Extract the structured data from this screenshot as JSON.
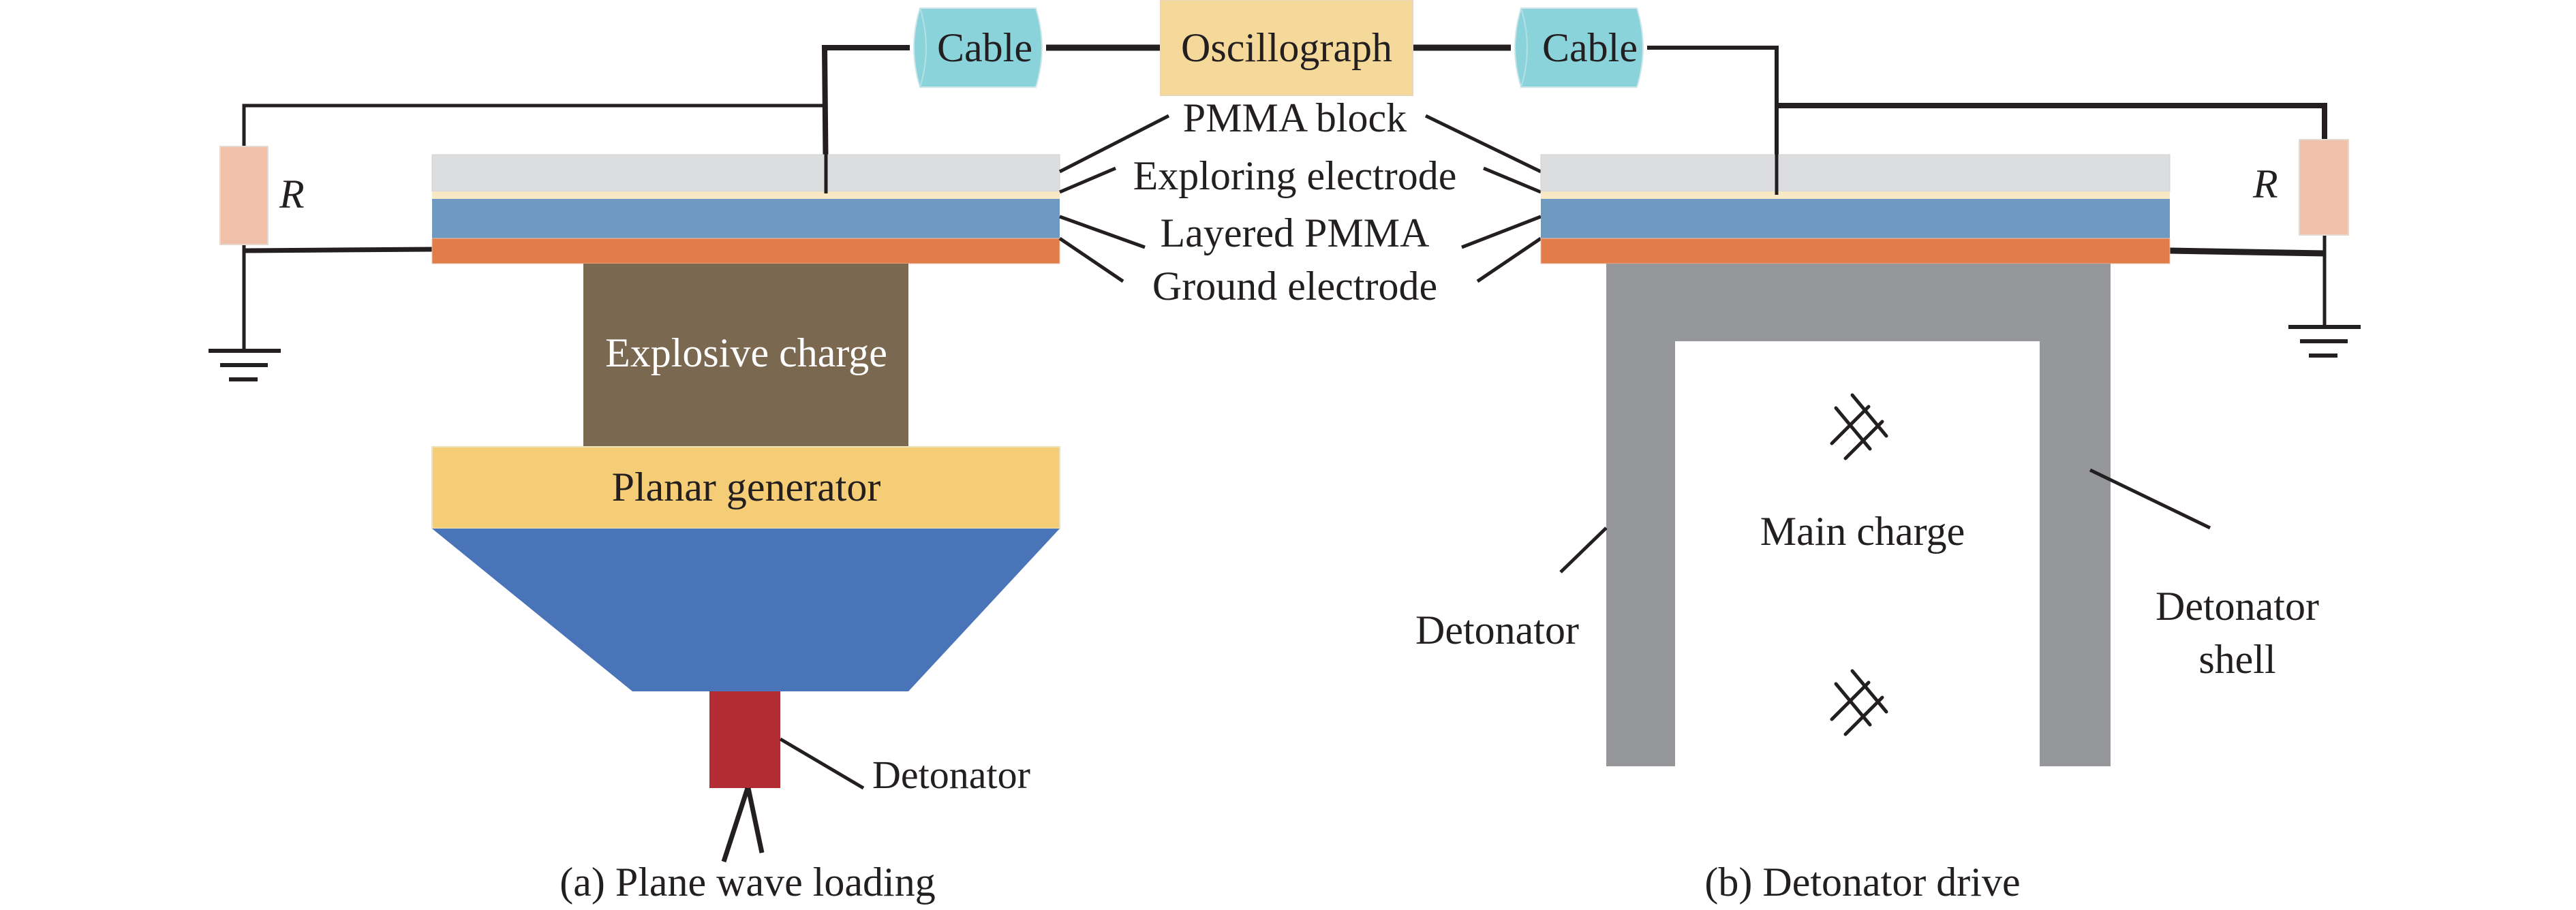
{
  "colors": {
    "cable": "#8bd3db",
    "oscillograph": "#f5d99a",
    "resistor": "#f0c0a8",
    "pmma_block": "#dcdddf",
    "exploring_electrode": "#f8e8c4",
    "layered_pmma": "#6e99c0",
    "ground_electrode": "#e27c48",
    "explosive_charge": "#7a6850",
    "planar_generator": "#f4cd76",
    "lens": "#4a74b8",
    "detonator_a": "#b22c34",
    "detonator_shell": "#96979b",
    "wire": "#231f20"
  },
  "top": {
    "cable_left": "Cable",
    "oscillograph": "Oscillograph",
    "cable_right": "Cable"
  },
  "center_labels": {
    "pmma_block": "PMMA block",
    "exploring_electrode": "Exploring electrode",
    "layered_pmma": "Layered PMMA",
    "ground_electrode": "Ground electrode"
  },
  "left": {
    "resistor": "R",
    "explosive_charge": "Explosive charge",
    "planar_generator": "Planar generator",
    "detonator": "Detonator",
    "caption": "(a) Plane wave loading"
  },
  "right": {
    "resistor": "R",
    "main_charge": "Main charge",
    "detonator": "Detonator",
    "detonator_shell_line1": "Detonator",
    "detonator_shell_line2": "shell",
    "caption": "(b) Detonator drive"
  }
}
